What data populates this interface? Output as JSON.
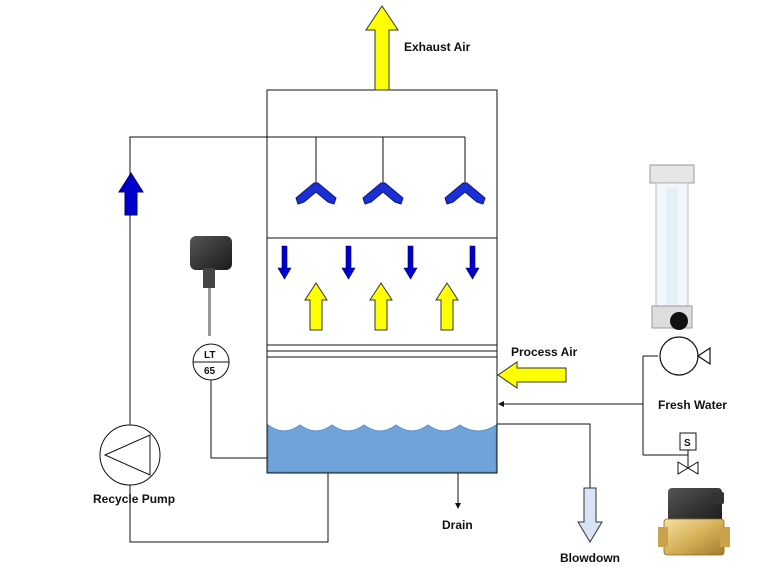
{
  "labels": {
    "exhaust_air": "Exhaust Air",
    "process_air": "Process Air",
    "fresh_water": "Fresh Water",
    "recycle_pump": "Recycle Pump",
    "drain": "Drain",
    "blowdown": "Blowdown"
  },
  "instruments": {
    "level_transmitter": {
      "line1": "LT",
      "line2": "65"
    },
    "solenoid": "S"
  },
  "colors": {
    "air_arrow": "#ffff00",
    "water_arrow": "#0000cc",
    "water_fill": "#6fa3d9",
    "line": "#111111"
  },
  "icons": [
    "spray-nozzle-icon",
    "pump-icon",
    "check-valve-icon",
    "solenoid-valve-icon",
    "rotameter-icon",
    "level-transmitter-icon"
  ]
}
